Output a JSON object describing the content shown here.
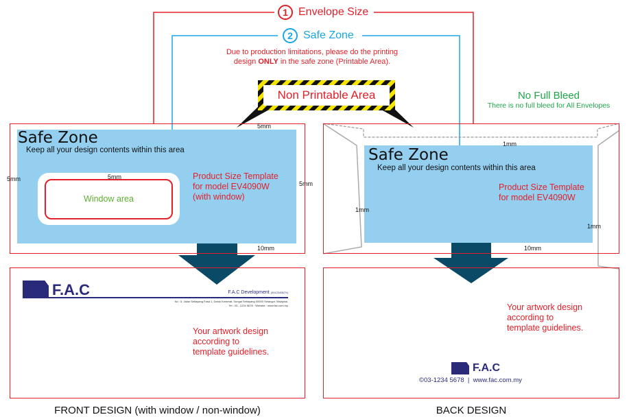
{
  "envelope_size": {
    "number": "1",
    "label": "Envelope Size"
  },
  "safe_zone_header": {
    "number": "2",
    "label": "Safe Zone",
    "note_line1": "Due to production limitations, please do the printing",
    "note_pre": "design ",
    "note_bold": "ONLY",
    "note_post": " in the safe zone (Printable Area)."
  },
  "non_printable": "Non Printable Area",
  "no_bleed": {
    "title": "No Full Bleed",
    "subtitle": "There is no full bleed for All Envelopes"
  },
  "front": {
    "safe_title": "Safe Zone",
    "safe_sub": "Keep all your design contents within this area",
    "template": [
      "Product Size Template",
      "for model EV4090W",
      "(with window)"
    ],
    "window": "Window area",
    "dims": {
      "top": "5mm",
      "left": "5mm",
      "right": "5mm",
      "window": "5mm",
      "bottom": "10mm"
    },
    "letterhead": {
      "brand": "F.A.C",
      "company": "F.A.C Development",
      "reg": "(001234567X)",
      "address": "No : 5, Jalan Setiayang Fasa 1, Datuk Keramat, Sungai Setiayang 00000 Selangor, Malaysia.",
      "contact": "Tel : 03 - 1234 5678 · Website : www.fac.com.my"
    },
    "artwork": [
      "Your artwork design",
      "according to",
      "template guidelines."
    ],
    "caption": "FRONT DESIGN (with window / non-window)"
  },
  "back": {
    "safe_title": "Safe Zone",
    "safe_sub": "Keep all your design contents within this area",
    "template": [
      "Product Size Template",
      "for model EV4090W"
    ],
    "dims": {
      "top": "1mm",
      "left": "1mm",
      "right": "1mm",
      "bottom": "10mm"
    },
    "artwork": [
      "Your artwork design",
      "according to",
      "template guidelines."
    ],
    "brand": "F.A.C",
    "contact": "©03-1234 5678  |  www.fac.com.my",
    "caption": "BACK DESIGN"
  },
  "colors": {
    "red": "#e2202a",
    "blue": "#1aa6e0",
    "safe": "#95cff0",
    "arrow": "#0b4a66",
    "green": "#1fa64a",
    "navy": "#2a2a7a"
  }
}
